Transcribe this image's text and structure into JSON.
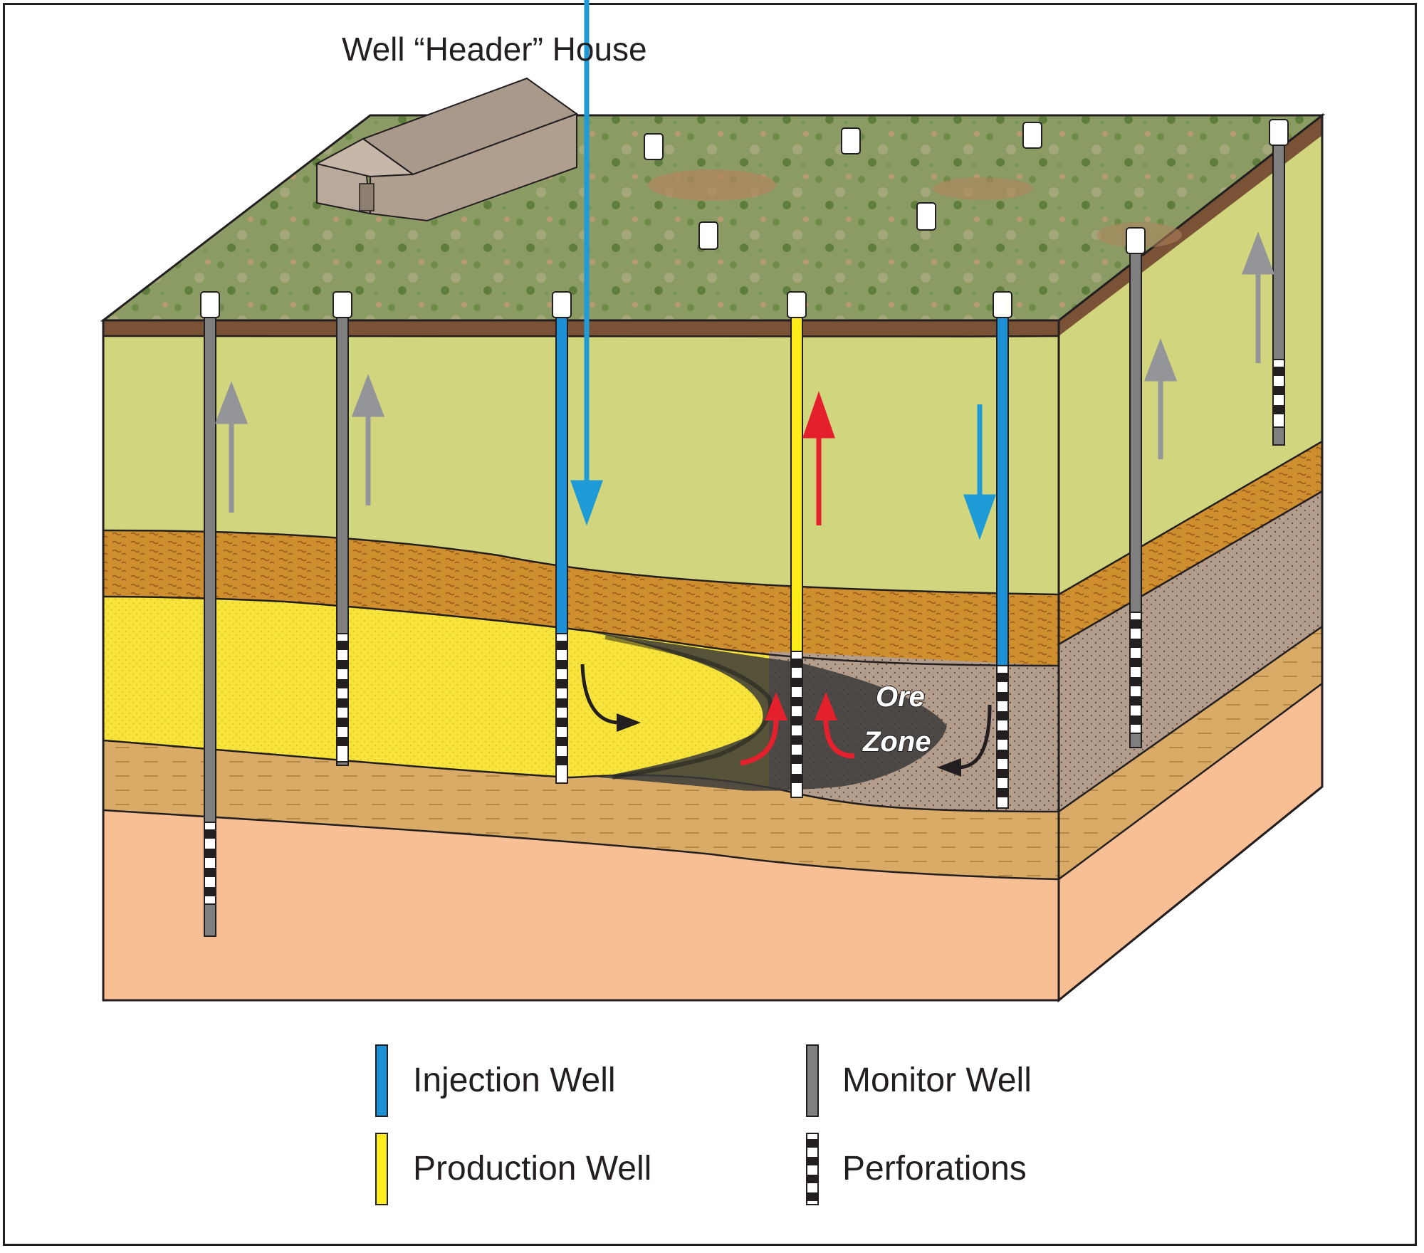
{
  "title": "Well “Header” House",
  "ore_zone": {
    "line1": "Ore",
    "line2": "Zone"
  },
  "legend": {
    "injection": "Injection Well",
    "production": "Production Well",
    "monitor": "Monitor Well",
    "perforations": "Perforations"
  },
  "colors": {
    "injection_well": "#1e90d6",
    "production_well": "#ffec1a",
    "monitor_well": "#7f7f80",
    "flow_up": "#e3202b",
    "flow_down": "#1e9ad6",
    "monitor_arrow": "#939598",
    "grass": "#7e9a5c",
    "soil_top": "#7a5236",
    "green_layer": "#d1d67e",
    "orange_layer": "#d08f2f",
    "yellow_aquifer": "#f6e33b",
    "ore_zone": "#b39d8c",
    "lower_layer": "#d9ab66",
    "base_layer": "#f8be94"
  },
  "icons": [
    "house-icon",
    "wellhead-icon",
    "flow-arrow-icon",
    "ore-body-icon"
  ]
}
